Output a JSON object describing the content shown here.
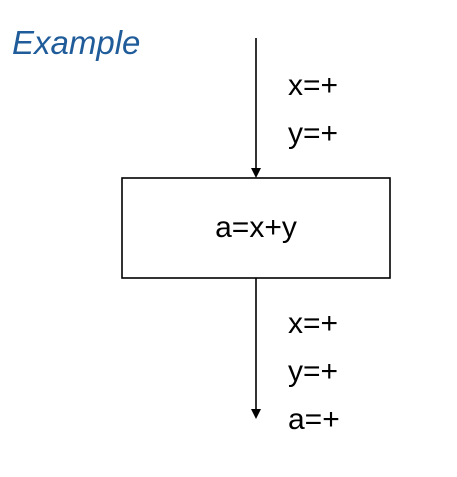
{
  "title": "Example",
  "statement": "a=x+y",
  "facts_before": [
    "x=+",
    "y=+"
  ],
  "facts_after": [
    "x=+",
    "y=+",
    "a=+"
  ],
  "colors": {
    "title": "#1f5c99",
    "line": "#000000"
  }
}
